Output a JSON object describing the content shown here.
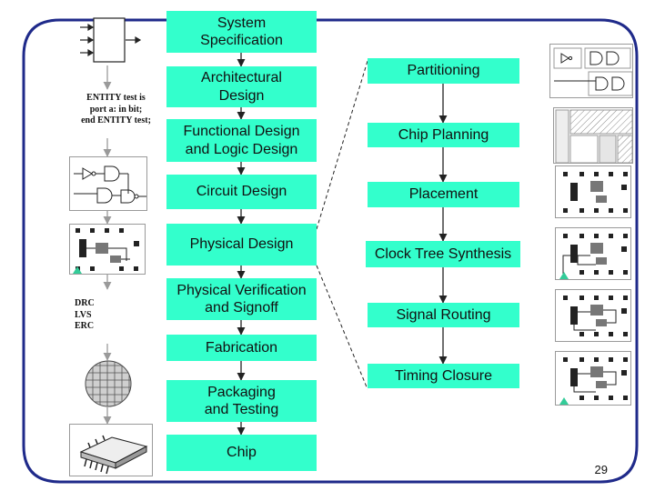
{
  "colors": {
    "box_fill": "#33ffcc",
    "frame": "#1f2a8a",
    "arrow": "#222222",
    "thumb_arrow": "#9a9a9a"
  },
  "left_flow": [
    {
      "label": "System\nSpecification"
    },
    {
      "label": "Architectural\nDesign"
    },
    {
      "label": "Functional Design\nand Logic Design"
    },
    {
      "label": "Circuit Design"
    },
    {
      "label": "Physical Design"
    },
    {
      "label": "Physical Verification\nand Signoff"
    },
    {
      "label": "Fabrication"
    },
    {
      "label": "Packaging\nand Testing"
    },
    {
      "label": "Chip"
    }
  ],
  "right_flow": [
    {
      "label": "Partitioning"
    },
    {
      "label": "Chip Planning"
    },
    {
      "label": "Placement"
    },
    {
      "label": "Clock Tree Synthesis"
    },
    {
      "label": "Signal Routing"
    },
    {
      "label": "Timing Closure"
    }
  ],
  "thumbnails": {
    "hdl_code": "ENTITY test is\nport a: in bit;\nend ENTITY test;",
    "verification": "DRC\nLVS\nERC"
  },
  "page_number": "29"
}
